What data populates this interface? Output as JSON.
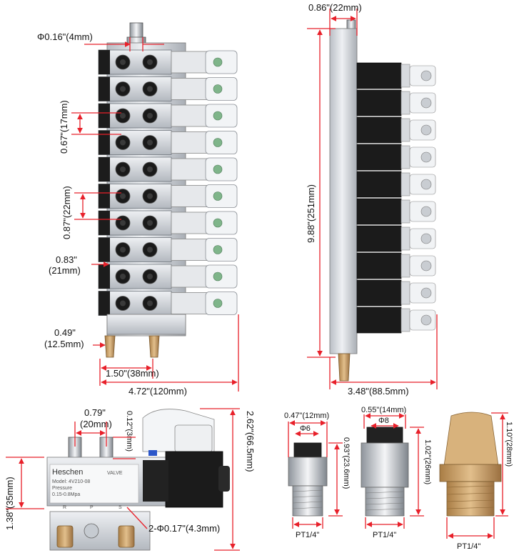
{
  "colors": {
    "dimension_line": "#e8202a",
    "text": "#111111",
    "aluminum": "#d9dde2",
    "solenoid_black": "#1b1b1b",
    "brass": "#c9a06a"
  },
  "top_left": {
    "valve_count": 10,
    "dims": {
      "inlet_diameter": "Φ0.16\"(4mm)",
      "port_spacing": "0.67\"(17mm)",
      "valve_pitch": "0.87\"(22mm)",
      "valve_width_line1": "0.83\"",
      "valve_width_line2": "(21mm)",
      "bottom_offset_line1": "0.49\"",
      "bottom_offset_line2": "(12.5mm)",
      "base_width": "1.50\"(38mm)",
      "total_width": "4.72\"(120mm)"
    }
  },
  "top_right": {
    "valve_count": 10,
    "dims": {
      "manifold_width": "0.86\"(22mm)",
      "total_height": "9.88\"(251mm)",
      "total_depth": "3.48\"(88.5mm)"
    }
  },
  "single_valve": {
    "label": {
      "brand": "Heschen",
      "valve": "VALVE",
      "model": "Model: 4V210-08",
      "pressure_label": "Pressure",
      "pressure": "0.15-0.8Mpa",
      "port_r": "R",
      "port_p": "P",
      "port_s": "S"
    },
    "dims": {
      "port_spacing_line1": "0.79\"",
      "port_spacing_line2": "(20mm)",
      "thread_height": "0.12\"(3mm)",
      "body_height": "1.38\"(35mm)",
      "total_height": "2.62\"(66.5mm)",
      "mount_holes": "2-Φ0.17\"(4.3mm)"
    }
  },
  "fitting_6": {
    "width": "0.47\"(12mm)",
    "bore": "Φ6",
    "height": "0.93\"(23.6mm)",
    "thread": "PT1/4\""
  },
  "fitting_8": {
    "width": "0.55\"(14mm)",
    "bore": "Φ8",
    "height": "1.02\"(26mm)",
    "thread": "PT1/4\""
  },
  "muffler": {
    "height": "1.10\"(28mm)",
    "thread": "PT1/4\""
  }
}
